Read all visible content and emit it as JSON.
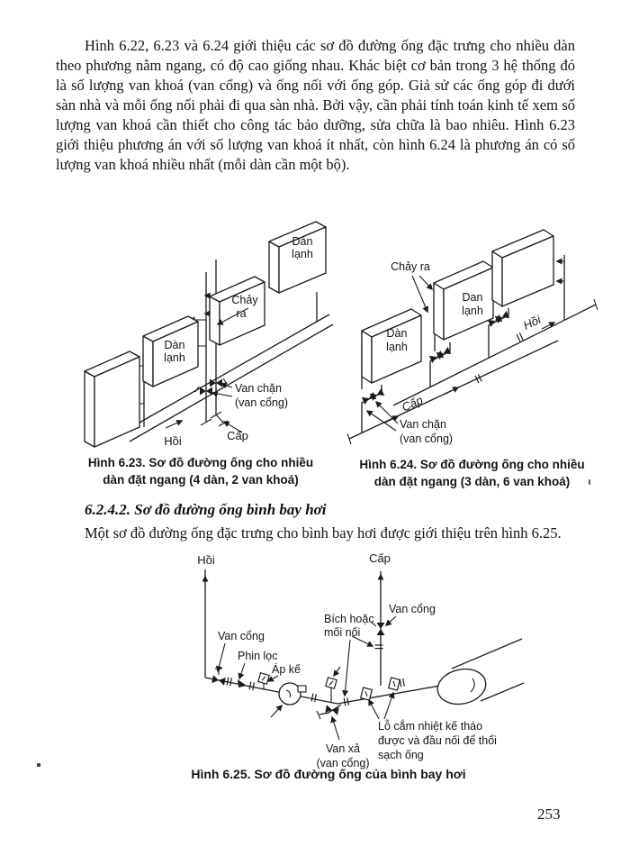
{
  "page_number": "253",
  "intro_paragraph": "Hình 6.22, 6.23 và 6.24 giới thiệu các sơ đồ đường ống đặc trưng cho nhiều dàn theo phương nằm ngang, có độ cao giống nhau. Khác biệt cơ bản trong 3 hệ thống đó là số lượng van khoá (van cổng) và ống nối với ống góp. Giả sử các ống góp đi dưới sàn nhà và mỗi ống nối phải đi qua sàn nhà. Bởi vậy, cần phải tính toán kinh tế xem số lượng van khoá cần thiết cho công tác bảo dưỡng, sửa chữa là bao nhiêu. Hình 6.23 giới thiệu phương án với số lượng van khoá ít nhất, còn hình 6.24 là phương án có số lượng van khoá nhiều nhất (mỗi dàn cần một bộ).",
  "section": {
    "heading": "6.2.4.2. Sơ đồ đường ống bình bay hơi",
    "body": "Một sơ đồ đường ống đặc trưng cho bình bay hơi được giới thiệu trên hình 6.25."
  },
  "figure_623": {
    "caption": [
      "Hình 6.23. Sơ đồ đường ống cho nhiều",
      "dàn đặt ngang (4 dàn, 2 van khoá)"
    ],
    "labels": {
      "evaporator_top": [
        "Dàn",
        "lạnh"
      ],
      "outflow": [
        "Chảy",
        "ra"
      ],
      "evaporator_mid": [
        "Dàn",
        "lạnh"
      ],
      "stop_valve": [
        "Van chặn",
        "(van cổng)"
      ],
      "return_line": "Hồi",
      "supply_line": "Cấp"
    }
  },
  "figure_624": {
    "caption": [
      "Hình 6.24. Sơ đồ đường ống cho nhiều",
      "dàn đặt ngang (3 dàn, 6 van khoá)"
    ],
    "labels": {
      "outflow": "Chảy ra",
      "evaporator_left": [
        "Dàn",
        "lạnh"
      ],
      "evaporator_mid": [
        "Dan",
        "lạnh"
      ],
      "return_line": "Hồi",
      "supply_line": "Cấp",
      "stop_valve": [
        "Van chặn",
        "(van cổng)"
      ]
    }
  },
  "figure_625": {
    "caption": "Hình 6.25. Sơ đồ đường ống của bình bay hơi",
    "labels": {
      "return_riser": "Hồi",
      "supply_riser": "Cấp",
      "gate_valve_supply": "Van cổng",
      "flange_joint": [
        "Bích hoặc",
        "mối nối"
      ],
      "gate_valve_left": "Van cổng",
      "filter": "Phin lọc",
      "pressure_gauge": "Áp kế",
      "drain_valve": [
        "Van xả",
        "(van cổng)"
      ],
      "thermo_port": [
        "Lỗ cắm nhiệt kế tháo",
        "được và đầu nối để thổi",
        "sạch ống"
      ]
    }
  }
}
